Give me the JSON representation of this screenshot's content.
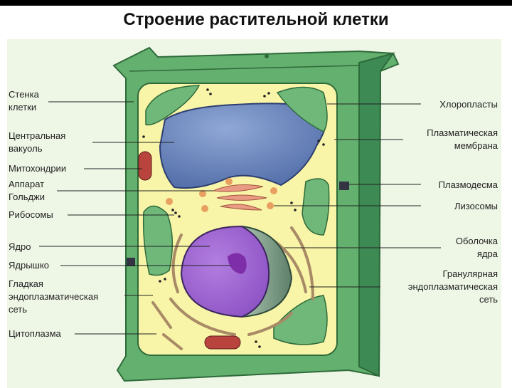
{
  "title": "Строение растительной клетки",
  "labels_left": [
    {
      "id": "cell-wall",
      "lines": [
        "Стенка",
        "клетки"
      ]
    },
    {
      "id": "central-vacuole",
      "lines": [
        "Центральная",
        "вакуоль"
      ]
    },
    {
      "id": "mitochondria",
      "lines": [
        "Митохондрии"
      ]
    },
    {
      "id": "golgi",
      "lines": [
        "Аппарат",
        "Гольджи"
      ]
    },
    {
      "id": "ribosomes",
      "lines": [
        "Рибосомы"
      ]
    },
    {
      "id": "nucleus",
      "lines": [
        "Ядро"
      ]
    },
    {
      "id": "nucleolus",
      "lines": [
        "Ядрышко"
      ]
    },
    {
      "id": "smooth-er",
      "lines": [
        "Гладкая",
        "эндоплазматическая",
        "сеть"
      ]
    },
    {
      "id": "cytoplasm",
      "lines": [
        "Цитоплазма"
      ]
    }
  ],
  "labels_right": [
    {
      "id": "chloroplasts",
      "lines": [
        "Хлоропласты"
      ]
    },
    {
      "id": "plasma-membrane",
      "lines": [
        "Плазматическая",
        "мембрана"
      ]
    },
    {
      "id": "plasmodesma",
      "lines": [
        "Плазмодесма"
      ]
    },
    {
      "id": "lysosomes",
      "lines": [
        "Лизосомы"
      ]
    },
    {
      "id": "nuclear-envelope",
      "lines": [
        "Оболочка",
        "ядра"
      ]
    },
    {
      "id": "rough-er",
      "lines": [
        "Гранулярная",
        "эндоплазматическая",
        "сеть"
      ]
    }
  ],
  "colors": {
    "wall": "#5fae6a",
    "cytoplasm": "#f8f4a8",
    "vacuole": "#5f7fb8",
    "nucleus": "#9b5fd0",
    "chloroplast": "#6fb87a"
  }
}
